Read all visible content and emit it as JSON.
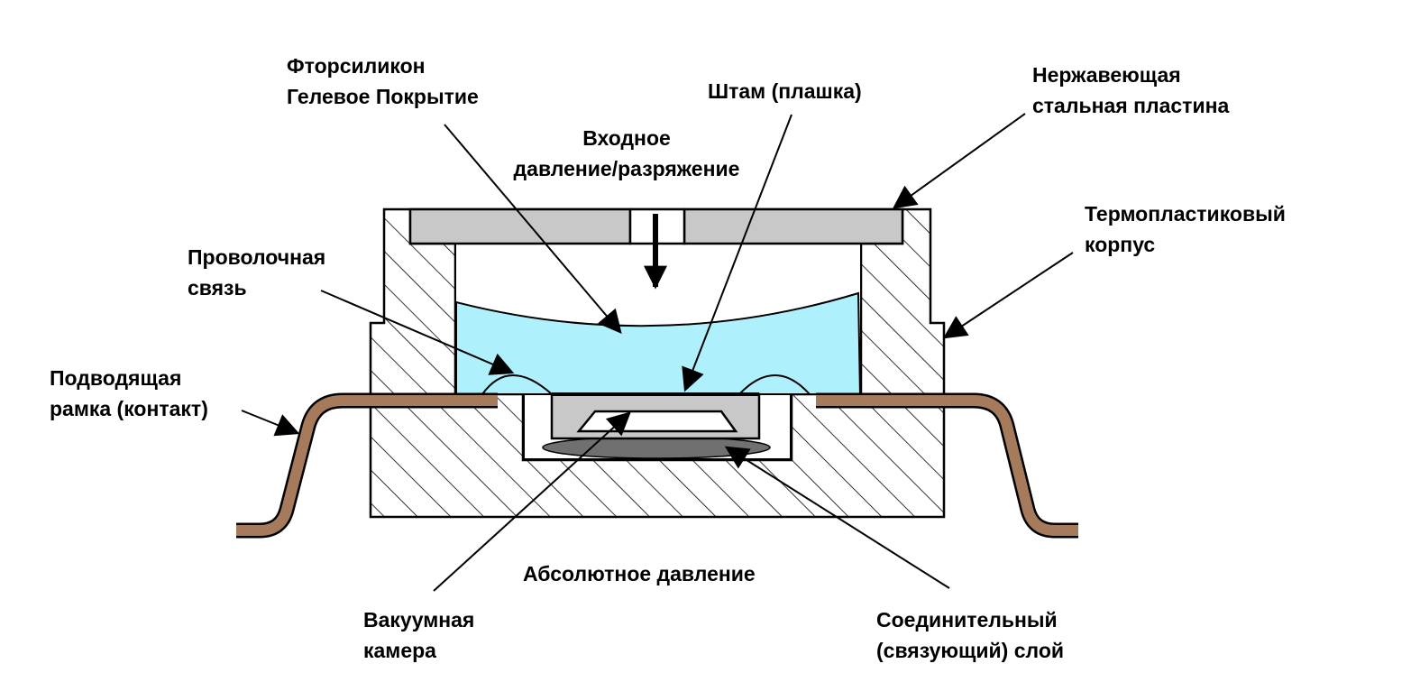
{
  "labels": {
    "fluorosilicone": {
      "line1": "Фторсиликон",
      "line2": "Гелевое Покрытие"
    },
    "die": {
      "line1": "Штам (плашка)"
    },
    "steel_plate": {
      "line1": "Нержавеющая",
      "line2": "стальная пластина"
    },
    "input_pressure": {
      "line1": "Входное",
      "line2": "давление/разряжение"
    },
    "thermoplastic": {
      "line1": "Термопластиковый",
      "line2": "корпус"
    },
    "wire_bond": {
      "line1": "Проволочная",
      "line2": "связь"
    },
    "lead_frame": {
      "line1": "Подводящая",
      "line2": "рамка (контакт)"
    },
    "absolute_pressure": {
      "line1": "Абсолютное давление"
    },
    "vacuum_chamber": {
      "line1": "Вакуумная",
      "line2": "камера"
    },
    "bonding_layer": {
      "line1": "Соединительный",
      "line2": "(связующий) слой"
    }
  },
  "colors": {
    "gel": "#aef0fb",
    "steel": "#c8c8c8",
    "lead": "#a67b5b",
    "bond_layer": "#707070",
    "hatch": "#000000",
    "stroke": "#000000"
  }
}
